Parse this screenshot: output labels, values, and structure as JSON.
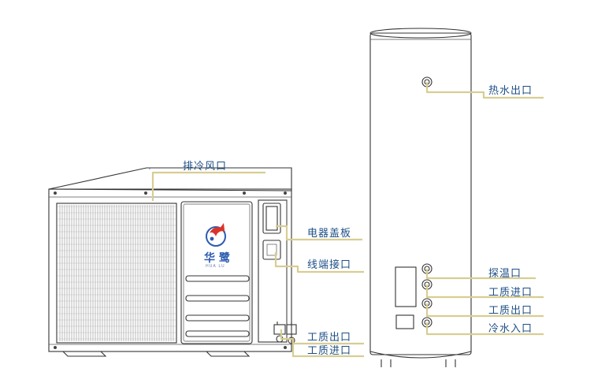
{
  "brand": {
    "name": "华 鹭",
    "subtitle": "HUA LU"
  },
  "labels": {
    "exhaust_vent": "排冷风口",
    "electric_cover": "电器盖板",
    "wiring_port": "线端接口",
    "fluid_outlet_unit": "工质出口",
    "fluid_inlet_unit": "工质进口",
    "hot_water_outlet": "热水出口",
    "temp_probe": "探温口",
    "fluid_inlet_tank": "工质进口",
    "fluid_outlet_tank": "工质出口",
    "cold_water_inlet": "冷水入口"
  },
  "colors": {
    "callout_line": "#d8cd92",
    "label_text": "#1d4f86",
    "outline": "#333333",
    "logo_red": "#d9342b",
    "logo_blue": "#2d5bb0"
  }
}
